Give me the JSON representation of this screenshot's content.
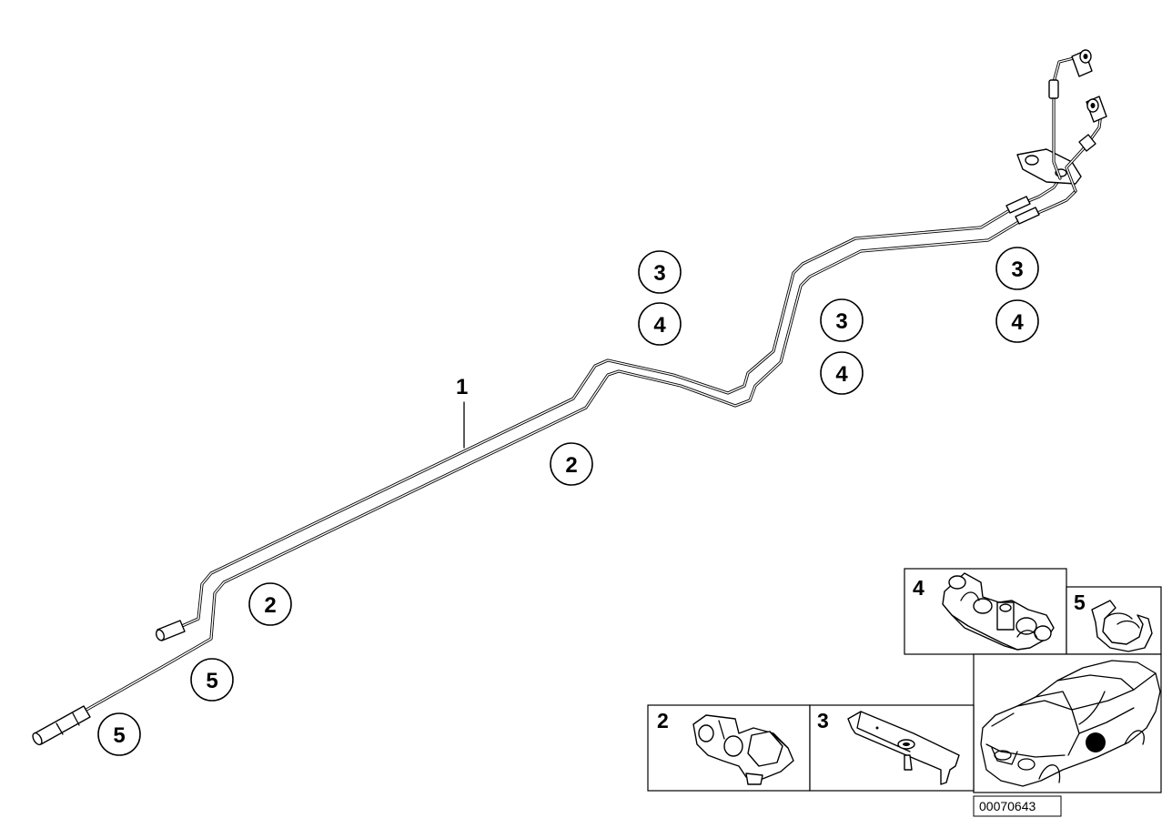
{
  "diagram": {
    "part_number_label": "1",
    "callouts": [
      "3",
      "4",
      "3",
      "4",
      "3",
      "4",
      "2",
      "2",
      "5",
      "5"
    ],
    "panels": {
      "panel_2": "2",
      "panel_3": "3",
      "panel_4": "4",
      "panel_5": "5"
    },
    "reference_code": "00070643"
  }
}
